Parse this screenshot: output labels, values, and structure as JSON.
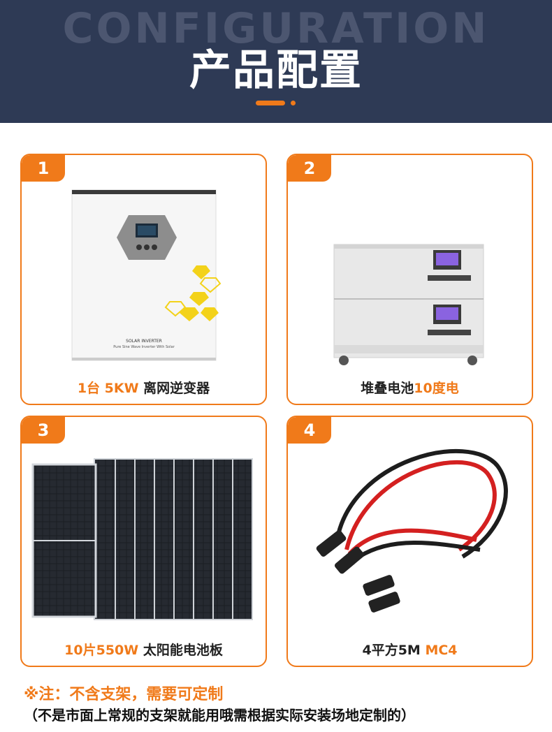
{
  "header": {
    "bg_word": "CONFIGURATION",
    "title": "产品配置"
  },
  "colors": {
    "accent": "#f07a1a",
    "header_bg": "#2e3a55"
  },
  "cards": [
    {
      "num": "1",
      "caption_a": "1台 5KW",
      "caption_b": " 离网逆变器",
      "label_1": "SOLAR INVERTER",
      "label_2": "Pure Sine Wave Inverter With Solar"
    },
    {
      "num": "2",
      "caption_a": "堆叠电池",
      "caption_b": "10度电"
    },
    {
      "num": "3",
      "caption_a": "10片550W",
      "caption_b": " 太阳能电池板"
    },
    {
      "num": "4",
      "caption_a": "4平方5M ",
      "caption_b": "MC4"
    }
  ],
  "notes": {
    "line1": "※注：不含支架，需要可定制",
    "line2": "（不是市面上常规的支架就能用哦需根据实际安装场地定制的）"
  }
}
